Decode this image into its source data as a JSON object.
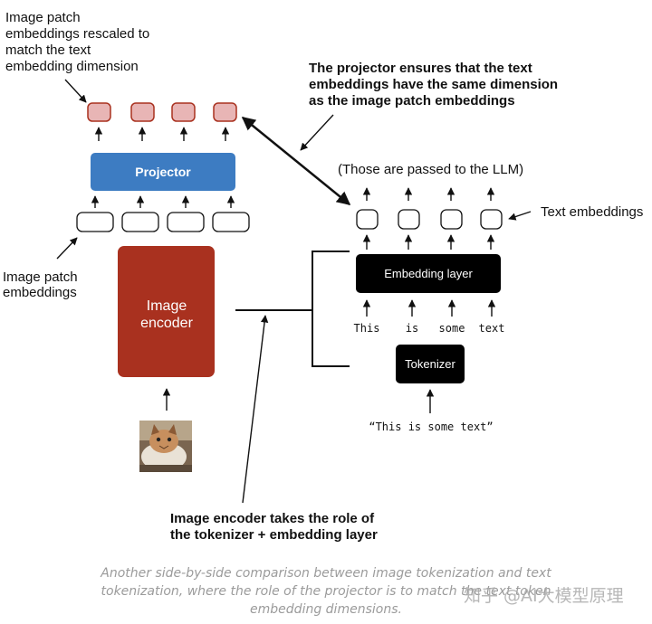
{
  "labels": {
    "rescaled": [
      "Image patch",
      "embeddings rescaled to",
      "match the text",
      "embedding dimension"
    ],
    "projector_note": [
      "The projector ensures that the text",
      "embeddings have the same dimension",
      "as the image patch embeddings"
    ],
    "passed_to_llm": "(Those are passed to the LLM)",
    "text_embeddings": "Text embeddings",
    "image_patch_embeddings": [
      "Image patch",
      "embeddings"
    ],
    "encoder_note": [
      "Image encoder takes the role of",
      "the tokenizer + embedding layer"
    ]
  },
  "boxes": {
    "projector": "Projector",
    "image_encoder": [
      "Image",
      "encoder"
    ],
    "embedding_layer": "Embedding layer",
    "tokenizer": "Tokenizer"
  },
  "tokens": [
    "This",
    "is",
    "some",
    "text"
  ],
  "input_text": "“This is some text”",
  "caption": [
    "Another side-by-side comparison between image tokenization and text",
    "tokenization, where the role of the projector is to match the text token",
    "embedding dimensions."
  ],
  "watermark": "知乎 @AI大模型原理",
  "colors": {
    "projector": "#3d7cc2",
    "image_encoder": "#a9311f",
    "dark_box": "#000000",
    "rescaled_fill": "#e8b5b5",
    "rescaled_stroke": "#a9311f",
    "caption": "#9b9b9b"
  }
}
